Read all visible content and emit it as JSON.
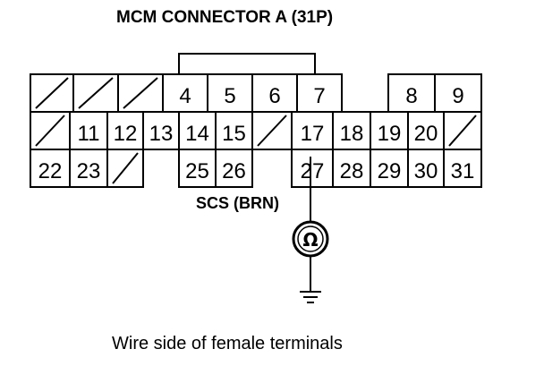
{
  "title": "MCM CONNECTOR A (31P)",
  "wire_label": "SCS (BRN)",
  "caption": "Wire side of female terminals",
  "meter_symbol": "Ω",
  "meter_icon": "ohmmeter-icon",
  "ground_icon": "ground-symbol-icon",
  "probed_terminal": "27",
  "connector": {
    "rows": [
      {
        "cells": [
          {
            "t": "/"
          },
          {
            "t": "/"
          },
          {
            "t": "/"
          },
          {
            "t": "4"
          },
          {
            "t": "5"
          },
          {
            "t": "6"
          },
          {
            "t": "7"
          },
          {
            "t": ""
          },
          {
            "t": "8"
          },
          {
            "t": "9"
          }
        ]
      },
      {
        "cells": [
          {
            "t": "/"
          },
          {
            "t": "11"
          },
          {
            "t": "12"
          },
          {
            "t": "13"
          },
          {
            "t": "14"
          },
          {
            "t": "15"
          },
          {
            "t": "/"
          },
          {
            "t": "17"
          },
          {
            "t": "18"
          },
          {
            "t": "19"
          },
          {
            "t": "20"
          },
          {
            "t": "/"
          }
        ]
      },
      {
        "cells": [
          {
            "t": "22"
          },
          {
            "t": "23"
          },
          {
            "t": "/"
          },
          {
            "t": ""
          },
          {
            "t": "25"
          },
          {
            "t": "26"
          },
          {
            "t": ""
          },
          {
            "t": "27"
          },
          {
            "t": "28"
          },
          {
            "t": "29"
          },
          {
            "t": "30"
          },
          {
            "t": "31"
          }
        ]
      }
    ]
  }
}
